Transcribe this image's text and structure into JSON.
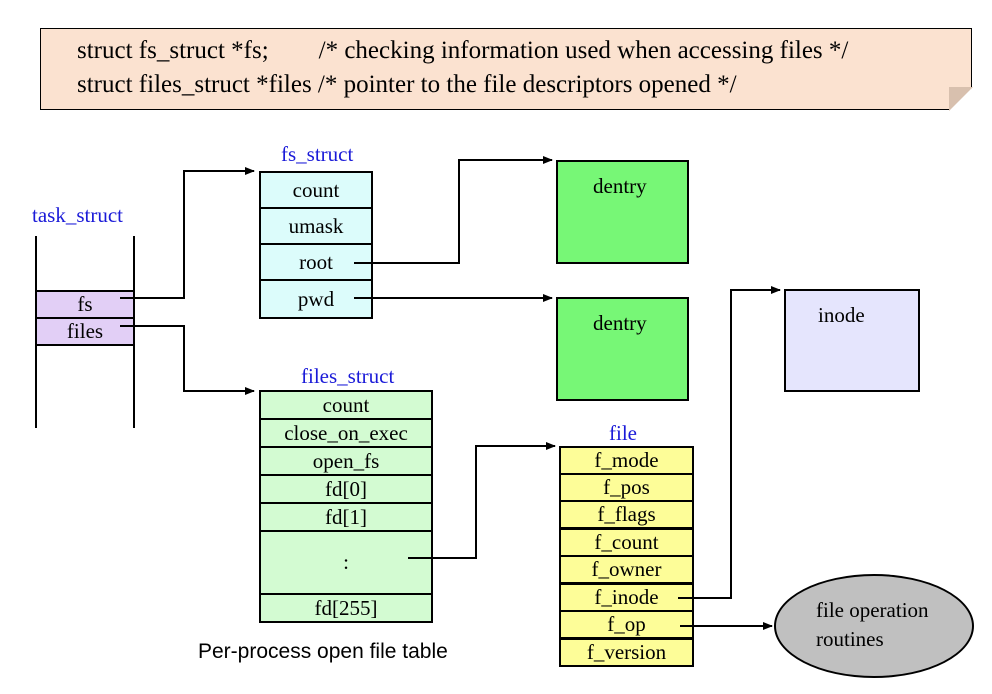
{
  "note": {
    "line1": "struct fs_struct *fs;        /* checking information used when accessing files */",
    "line2": "struct files_struct *files /* pointer to the file descriptors opened */"
  },
  "task_struct": {
    "title": "task_struct",
    "fields": [
      "fs",
      "files"
    ]
  },
  "fs_struct": {
    "title": "fs_struct",
    "fields": [
      "count",
      "umask",
      "root",
      "pwd"
    ]
  },
  "files_struct": {
    "title": "files_struct",
    "fields": [
      "count",
      "close_on_exec",
      "open_fs",
      "fd[0]",
      "fd[1]",
      ":",
      "fd[255]"
    ]
  },
  "file": {
    "title": "file",
    "fields": [
      "f_mode",
      "f_pos",
      "f_flags",
      "f_count",
      "f_owner",
      "f_inode",
      "f_op",
      "f_version"
    ]
  },
  "dentry_root": "dentry",
  "dentry_pwd": "dentry",
  "inode": "inode",
  "fileops": {
    "line1": "file operation",
    "line2": "routines"
  },
  "caption": "Per-process open file table",
  "colors": {
    "note": "#fbe2d0",
    "fs_struct": "#dcfcfb",
    "files_struct": "#d3fbd2",
    "file": "#fdfd98",
    "task_struct": "#e2cff6",
    "dentry": "#77f776",
    "inode": "#e5e5fd",
    "fileops": "#c0c0c0",
    "title": "#1a1ad8"
  }
}
